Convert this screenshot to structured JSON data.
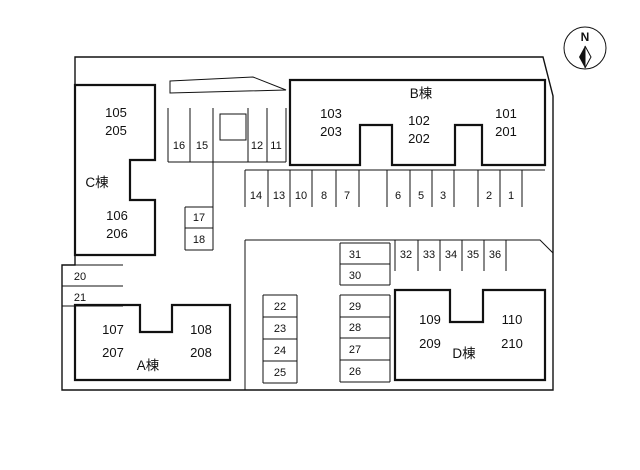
{
  "compass": {
    "label": "N"
  },
  "buildings": {
    "A": {
      "name": "A棟",
      "left_rooms": [
        "107",
        "207"
      ],
      "right_rooms": [
        "108",
        "208"
      ]
    },
    "B": {
      "name": "B棟",
      "left_rooms": [
        "103",
        "203"
      ],
      "center_rooms": [
        "102",
        "202"
      ],
      "right_rooms": [
        "101",
        "201"
      ]
    },
    "C": {
      "name": "C棟",
      "top_rooms": [
        "105",
        "205"
      ],
      "bottom_rooms": [
        "106",
        "206"
      ]
    },
    "D": {
      "name": "D棟",
      "left_rooms": [
        "109",
        "209"
      ],
      "right_rooms": [
        "110",
        "210"
      ]
    }
  },
  "parking": {
    "top_row": [
      "16",
      "15",
      "12",
      "11"
    ],
    "row_under_b": [
      "14",
      "13",
      "10",
      "8",
      "7",
      "6",
      "5",
      "3",
      "2",
      "1"
    ],
    "mid_column": [
      "17",
      "18"
    ],
    "left_column": [
      "20",
      "21"
    ],
    "center_column": [
      "22",
      "23",
      "24",
      "25"
    ],
    "right_pair": [
      "31",
      "30"
    ],
    "right_top_row": [
      "32",
      "33",
      "34",
      "35",
      "36"
    ],
    "right_column": [
      "29",
      "28",
      "27",
      "26"
    ]
  }
}
